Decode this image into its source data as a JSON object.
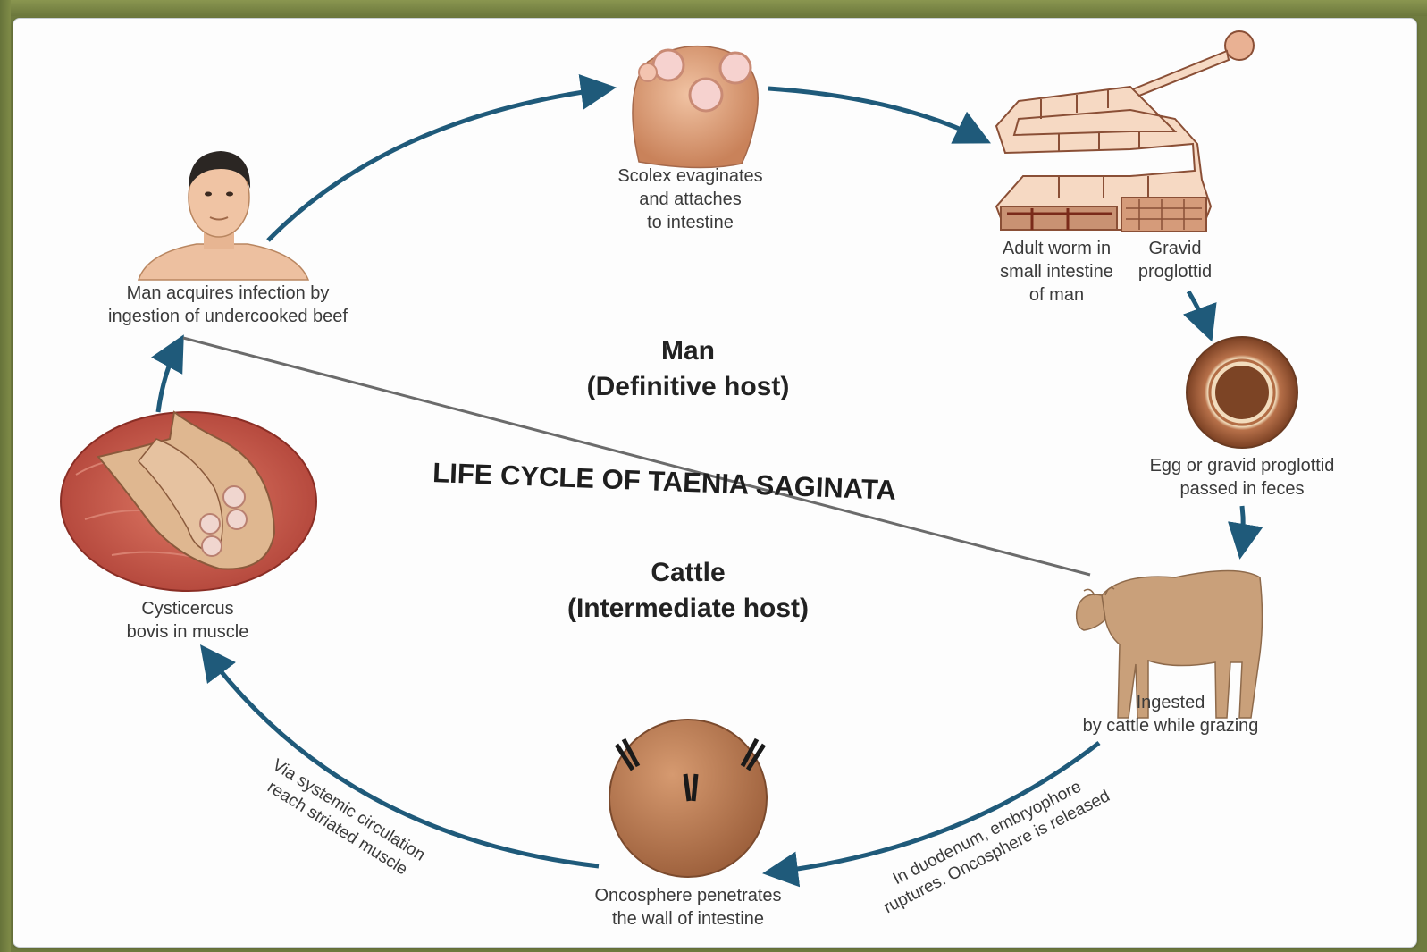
{
  "diagram": {
    "title": "LIFE CYCLE OF TAENIA SAGINATA",
    "hosts": {
      "man": [
        "Man",
        "(Definitive host)"
      ],
      "cattle": [
        "Cattle",
        "(Intermediate host)"
      ]
    },
    "stages": {
      "scolex": [
        "Scolex evaginates",
        "and attaches",
        "to intestine"
      ],
      "adult": [
        "Adult worm in",
        "small intestine",
        "of man"
      ],
      "gravid": [
        "Gravid",
        "proglottid"
      ],
      "egg": [
        "Egg or gravid proglottid",
        "passed in feces"
      ],
      "ingested": [
        "Ingested",
        "by cattle while grazing"
      ],
      "oncosphere": [
        "Oncosphere penetrates",
        "the wall of intestine"
      ],
      "cysticercus": [
        "Cysticercus",
        "bovis in muscle"
      ],
      "man_infection": [
        "Man acquires infection by",
        "ingestion of undercooked beef"
      ]
    },
    "transitions": {
      "duodenum": [
        "In duodenum, embryophore",
        "ruptures. Oncosphere is released"
      ],
      "systemic": [
        "Via systemic circulation",
        "reach striated muscle"
      ]
    },
    "colors": {
      "arrow": "#1f5a7a",
      "flesh": "#e8b08c",
      "muscle": "#c9574a",
      "background": "#fdfdfd"
    }
  }
}
